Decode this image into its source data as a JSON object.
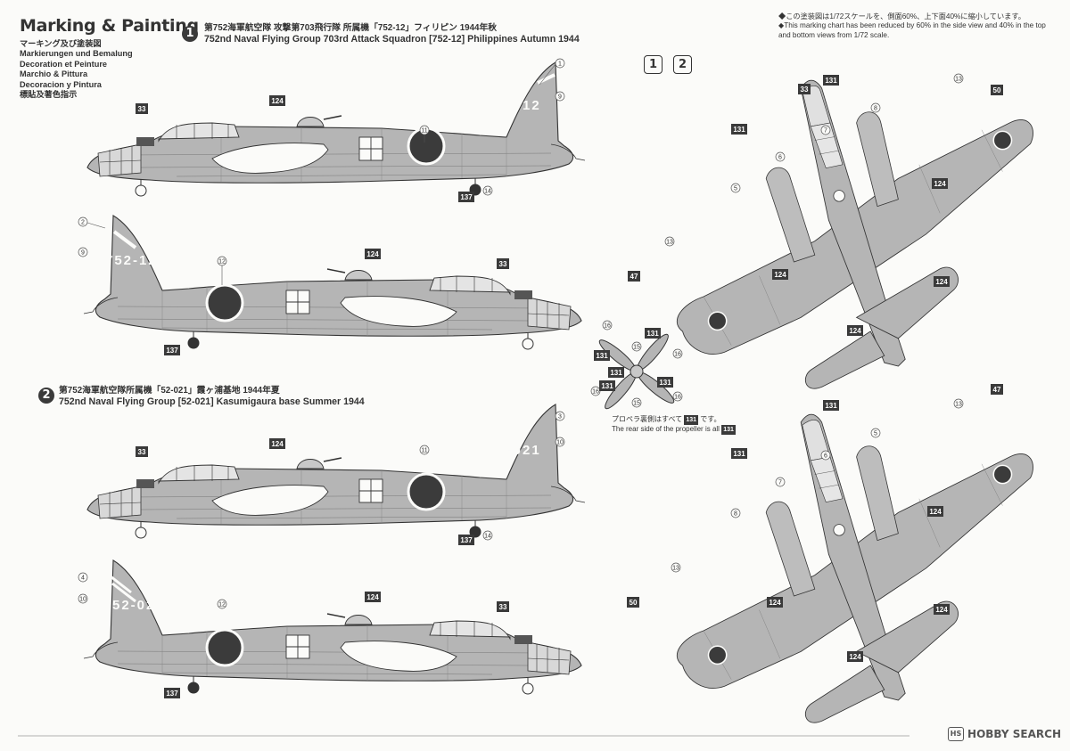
{
  "page_title": "Marking & Painting",
  "languages": [
    "マーキング及び塗装図",
    "Markierungen und Bemalung",
    "Decoration et Peinture",
    "Marchio & Pittura",
    "Decoracion y Pintura",
    "標貼及著色指示"
  ],
  "scheme1": {
    "number": "1",
    "title_jp": "第752海軍航空隊 攻撃第703飛行隊 所属機「752-12」フィリピン 1944年秋",
    "title_en": "752nd Naval Flying Group 703rd Attack Squadron [752-12] Philippines Autumn 1944",
    "code": "752-12"
  },
  "scheme2": {
    "number": "2",
    "title_jp": "第752海軍航空隊所属機「52-021」霞ヶ浦基地 1944年夏",
    "title_en": "752nd Naval Flying Group [52-021] Kasumigaura base Summer 1944",
    "code": "52-021"
  },
  "scale_note": {
    "jp": "◆この塗装図は1/72スケールを、側面60%、上下面40%に縮小しています。",
    "en": "◆This marking chart has been reduced by 60% in the side view and 40% in the top and bottom views from 1/72 scale."
  },
  "top_view_badges": [
    "1",
    "2"
  ],
  "propeller_note": {
    "jp": "プロペラ裏側はすべて",
    "jp_suffix": "です。",
    "en": "The rear side of the propeller is all",
    "color_code": "131"
  },
  "colors": {
    "aircraft_grey": "#b3b3b3",
    "hinomaru": "#3b3b3b",
    "callout_dark": "#3a3a3a"
  },
  "callouts": {
    "c1": "1",
    "c2": "2",
    "c3": "3",
    "c4": "4",
    "c5": "5",
    "c6": "6",
    "c7": "7",
    "c8": "8",
    "c9": "9",
    "c10": "10",
    "c11": "11",
    "c12": "12",
    "c13": "13",
    "c14": "14",
    "c15": "15",
    "c16": "16",
    "color_33": "33",
    "color_47": "47",
    "color_50": "50",
    "color_124": "124",
    "color_131": "131",
    "color_137": "137"
  },
  "watermark": "HOBBY SEARCH"
}
